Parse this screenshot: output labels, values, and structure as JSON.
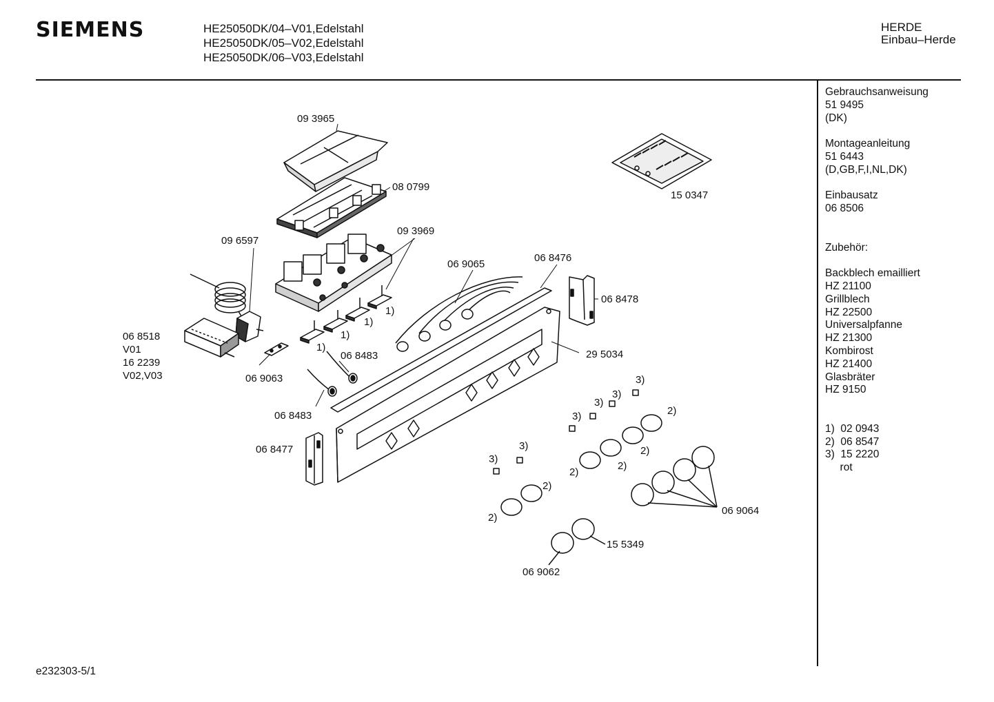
{
  "header": {
    "brand": "SIEMENS",
    "models": [
      "HE25050DK/04–V01,Edelstahl",
      "HE25050DK/05–V02,Edelstahl",
      "HE25050DK/06–V03,Edelstahl"
    ],
    "category": [
      "HERDE",
      "Einbau–Herde"
    ]
  },
  "sidebar": {
    "lines": [
      "Gebrauchsanweisung",
      "51 9495",
      "(DK)",
      "",
      "Montageanleitung",
      "51 6443",
      "(D,GB,F,I,NL,DK)",
      "",
      "Einbausatz",
      "06 8506",
      "",
      "",
      "Zubehör:",
      "",
      "Backblech emailliert",
      "HZ 21100",
      "Grillblech",
      "HZ 22500",
      "Universalpfanne",
      "HZ 21300",
      "Kombirost",
      "HZ 21400",
      "Glasbräter",
      "HZ 9150",
      "",
      "",
      "1)  02 0943",
      "2)  06 8547",
      "3)  15 2220",
      "     rot"
    ]
  },
  "parts": {
    "p093965": "09 3965",
    "p080799": "08 0799",
    "p093969": "09 3969",
    "p096597": "09 6597",
    "p150347": "15 0347",
    "p069065": "06 9065",
    "p068476": "06 8476",
    "p068478": "06 8478",
    "p068518_lines": [
      "06 8518",
      "V01",
      "16 2239",
      "V02,V03"
    ],
    "p068483a": "06 8483",
    "p069063": "06 9063",
    "p068483b": "06 8483",
    "p295034": "29 5034",
    "p068477": "06 8477",
    "p069064": "06 9064",
    "p155349": "15 5349",
    "p069062": "06 9062"
  },
  "refs": {
    "r1": "1)",
    "r2": "2)",
    "r3": "3)"
  },
  "footer": "e232303-5/1"
}
